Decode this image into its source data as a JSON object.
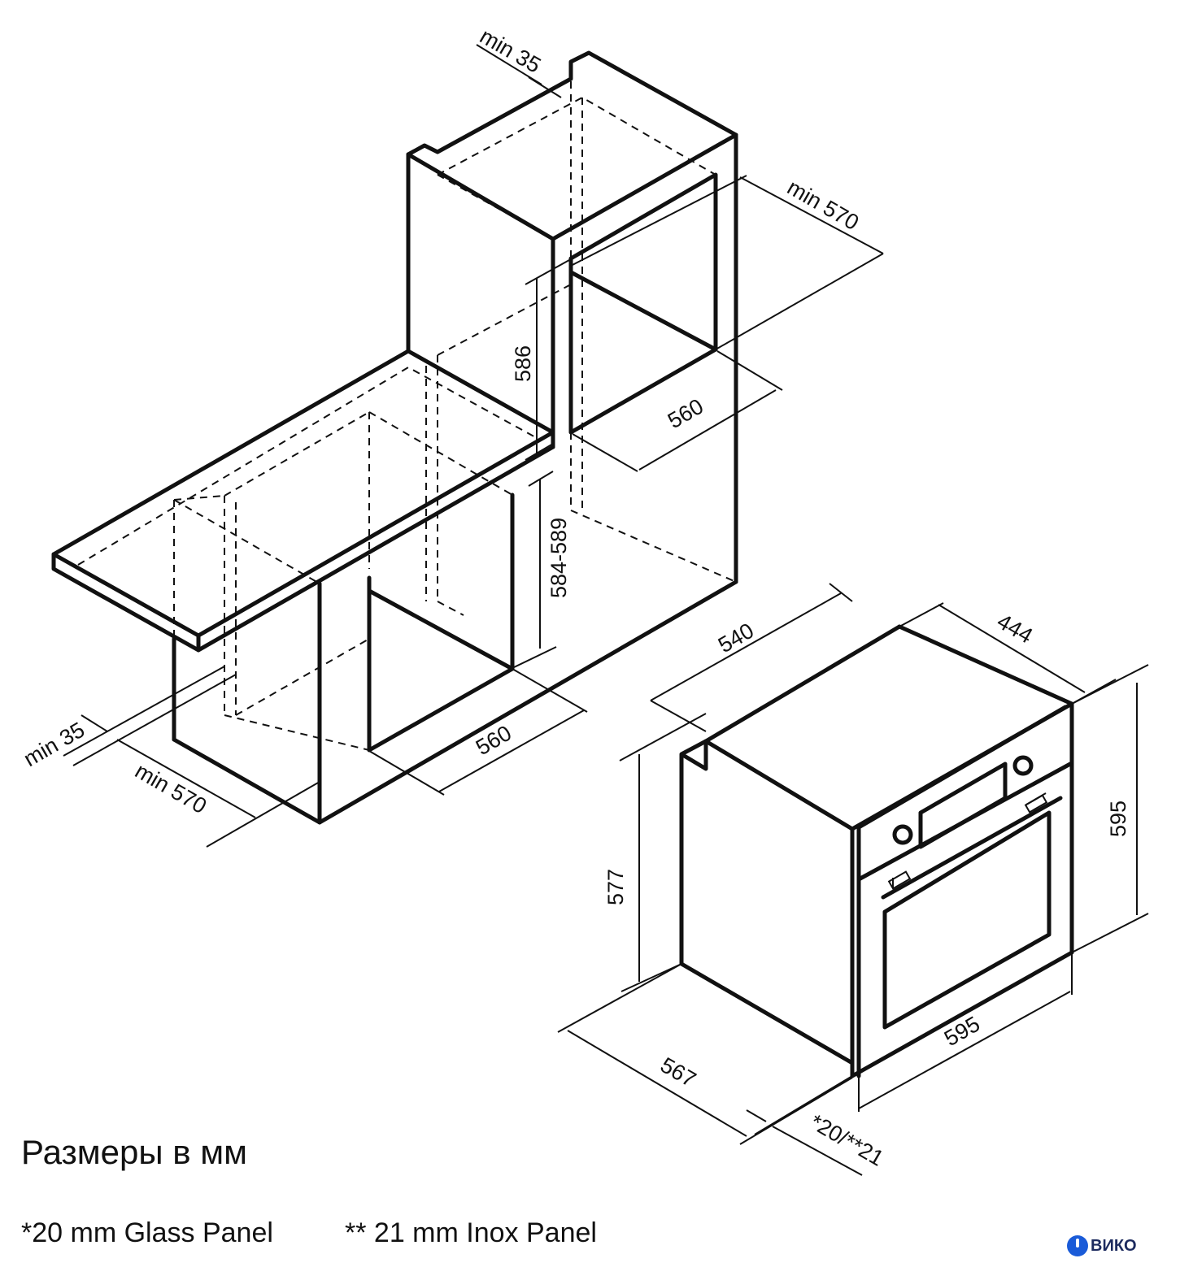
{
  "dimensions": {
    "top_min35": "min 35",
    "top_min570": "min 570",
    "niche_height_upper": "586",
    "niche_width_upper": "560",
    "niche_height_lower": "584-589",
    "niche_width_lower": "560",
    "left_min35": "min 35",
    "left_min570": "min 570",
    "oven_depth_body": "540",
    "oven_top_depth": "444",
    "oven_height_front": "595",
    "oven_height_body": "577",
    "oven_width": "595",
    "oven_side_depth": "567",
    "panel_thickness": "*20/**21"
  },
  "caption": "Размеры в мм",
  "notes": {
    "glass": "*20 mm Glass Panel",
    "inox": "** 21 mm Inox Panel"
  },
  "brand": {
    "name": "ВИКО",
    "logo_color": "#1a5bd8"
  }
}
